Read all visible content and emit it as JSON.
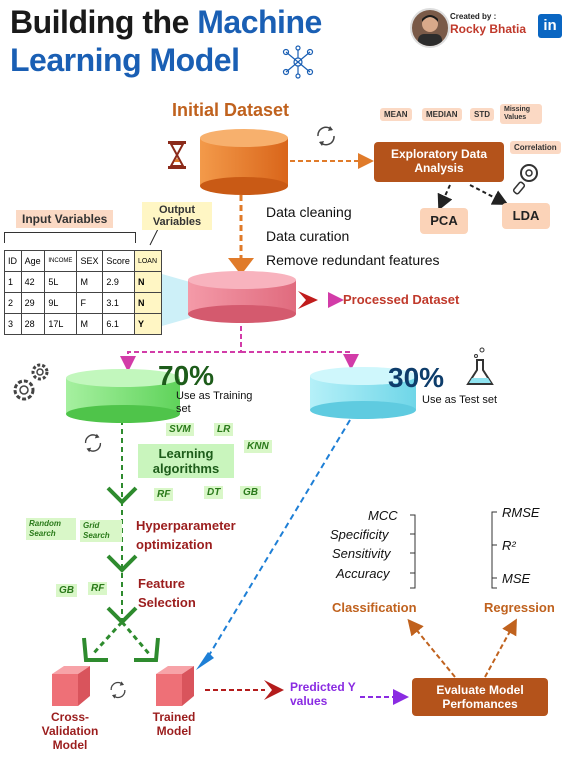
{
  "header": {
    "title_part1": "Building the ",
    "title_part2": "Machine",
    "title_line2": "Learning Model",
    "created_by": "Created by :",
    "author": "Rocky Bhatia",
    "linkedin": "in"
  },
  "dataset": {
    "initial_label": "Initial Dataset",
    "stats": [
      "MEAN",
      "MEDIAN",
      "STD",
      "Missing Values"
    ],
    "correlation": "Correlation",
    "eda_label": "Exploratory Data Analysis",
    "pca": "PCA",
    "lda": "LDA",
    "steps": [
      "Data cleaning",
      "Data curation",
      "Remove redundant features"
    ],
    "processed_label": "Processed Dataset"
  },
  "variables": {
    "input_label": "Input Variables",
    "output_label": "Output Variables",
    "headers": [
      "ID",
      "Age",
      "INCOME",
      "SEX",
      "Score",
      "LOAN"
    ],
    "rows": [
      [
        "1",
        "42",
        "5L",
        "M",
        "2.9",
        "N"
      ],
      [
        "2",
        "29",
        "9L",
        "F",
        "3.1",
        "N"
      ],
      [
        "3",
        "28",
        "17L",
        "M",
        "6.1",
        "Y"
      ]
    ]
  },
  "split": {
    "train_pct": "70%",
    "train_label": "Use as Training set",
    "test_pct": "30%",
    "test_label": "Use as Test set"
  },
  "training": {
    "learning_label": "Learning algorithms",
    "algos": [
      "SVM",
      "LR",
      "KNN",
      "RF",
      "DT",
      "GB"
    ],
    "hyper_label": "Hyperparameter optimization",
    "random_search": "Random Search",
    "grid_search": "Grid Search",
    "feature_label": "Feature Selection",
    "feature_algos": [
      "GB",
      "RF"
    ],
    "cv_label": "Cross-Validation Model",
    "trained_label": "Trained Model",
    "predicted_label": "Predicted Y values",
    "evaluate_label": "Evaluate Model Perfomances"
  },
  "evaluation": {
    "classification_metrics": [
      "MCC",
      "Specificity",
      "Sensitivity",
      "Accuracy"
    ],
    "classification_label": "Classification",
    "regression_metrics": [
      "RMSE",
      "R²",
      "MSE"
    ],
    "regression_label": "Regression"
  },
  "colors": {
    "orange": "#e07b2a",
    "pink": "#ee7f90",
    "green": "#7fe07a",
    "cyan": "#8fe3f0",
    "brown": "#b4531b",
    "purple": "#8a2be2"
  }
}
